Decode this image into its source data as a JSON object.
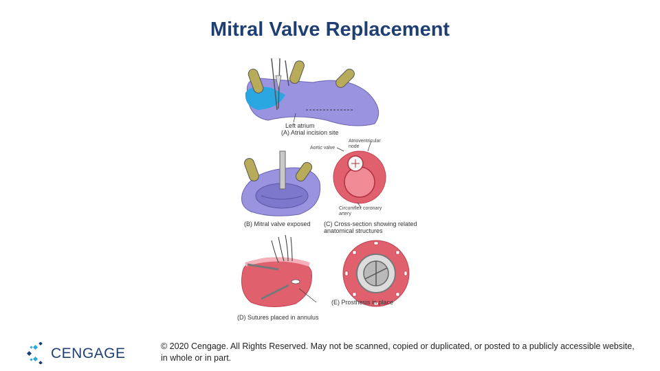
{
  "slide": {
    "title": "Mitral Valve Replacement"
  },
  "figure": {
    "labels": {
      "left_atrium": "Left atrium",
      "a": "(A) Atrial incision site",
      "av_node": "Atrioventricular node",
      "aortic_valve": "Aortic valve",
      "circumflex": "Circumflex coronary artery",
      "b": "(B) Mitral valve exposed",
      "c": "(C) Cross-section showing related anatomical structures",
      "e": "(E) Prosthesis in place",
      "d": "(D) Sutures placed in annulus"
    }
  },
  "footer": {
    "brand": "CENGAGE",
    "copyright": "© 2020 Cengage. All Rights Reserved. May not be scanned, copied or duplicated, or posted to a publicly accessible website, in whole or in part."
  },
  "colors": {
    "title": "#1f3f73",
    "atrium": "#9a94e0",
    "vessel": "#b8ac5a",
    "tissue": "#e0606e",
    "accent_blue": "#2aa7e0"
  }
}
